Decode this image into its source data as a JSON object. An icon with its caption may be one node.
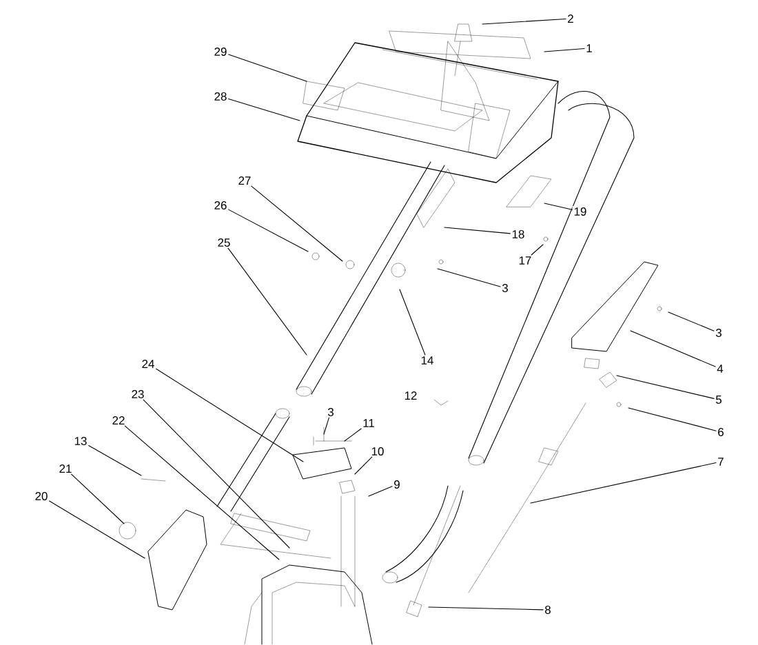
{
  "diagram": {
    "nodes": [
      {
        "text": [
          "2"
        ]
      },
      {
        "text": [
          "1"
        ]
      },
      {
        "text": [
          "29"
        ]
      },
      {
        "text": [
          "28"
        ]
      },
      {
        "text": [
          "27"
        ]
      },
      {
        "text": [
          "26"
        ]
      },
      {
        "text": [
          "19"
        ]
      },
      {
        "text": [
          "18"
        ]
      },
      {
        "text": [
          "25"
        ]
      },
      {
        "text": [
          "17"
        ]
      },
      {
        "text": [
          "3"
        ]
      },
      {
        "text": [
          "3"
        ]
      },
      {
        "text": [
          "14"
        ]
      },
      {
        "text": [
          "24"
        ]
      },
      {
        "text": [
          "4"
        ]
      },
      {
        "text": [
          "23"
        ]
      },
      {
        "text": [
          "5"
        ]
      },
      {
        "text": [
          "3"
        ]
      },
      {
        "text": [
          "22"
        ]
      },
      {
        "text": [
          "11"
        ]
      },
      {
        "text": [
          "6"
        ]
      },
      {
        "text": [
          "13"
        ]
      },
      {
        "text": [
          "10"
        ]
      },
      {
        "text": [
          "7"
        ]
      },
      {
        "text": [
          "21"
        ]
      },
      {
        "text": [
          "9"
        ]
      },
      {
        "text": [
          "20"
        ]
      },
      {
        "text": [
          "8"
        ]
      }
    ],
    "edges": [
      {
        "from": 0,
        "to": null,
        "arrow": "none"
      },
      {
        "from": 1,
        "to": null,
        "arrow": "none"
      },
      {
        "from": 2,
        "to": null,
        "arrow": "none"
      },
      {
        "from": 3,
        "to": null,
        "arrow": "none"
      },
      {
        "from": 4,
        "to": null,
        "arrow": "none"
      },
      {
        "from": 5,
        "to": null,
        "arrow": "none"
      },
      {
        "from": 6,
        "to": null,
        "arrow": "none"
      },
      {
        "from": 7,
        "to": null,
        "arrow": "none"
      },
      {
        "from": 8,
        "to": null,
        "arrow": "none"
      },
      {
        "from": 9,
        "to": null,
        "arrow": "none"
      },
      {
        "from": 10,
        "to": null,
        "arrow": "none"
      },
      {
        "from": 11,
        "to": null,
        "arrow": "none"
      },
      {
        "from": 12,
        "to": null,
        "arrow": "none"
      },
      {
        "from": 13,
        "to": null,
        "arrow": "none"
      },
      {
        "from": 14,
        "to": null,
        "arrow": "none"
      },
      {
        "from": 15,
        "to": null,
        "arrow": "none"
      },
      {
        "from": 16,
        "to": null,
        "arrow": "none"
      },
      {
        "from": 17,
        "to": null,
        "arrow": "none"
      },
      {
        "from": 18,
        "to": null,
        "arrow": "none"
      },
      {
        "from": 19,
        "to": null,
        "arrow": "none"
      },
      {
        "from": 20,
        "to": null,
        "arrow": "none"
      },
      {
        "from": 21,
        "to": null,
        "arrow": "none"
      },
      {
        "from": 22,
        "to": null,
        "arrow": "none"
      },
      {
        "from": 23,
        "to": null,
        "arrow": "none"
      },
      {
        "from": 24,
        "to": null,
        "arrow": "none"
      },
      {
        "from": 25,
        "to": null,
        "arrow": "none"
      },
      {
        "from": 26,
        "to": null,
        "arrow": "none"
      },
      {
        "from": 27,
        "to": null,
        "arrow": "none"
      }
    ],
    "labels": [
      "12"
    ]
  }
}
